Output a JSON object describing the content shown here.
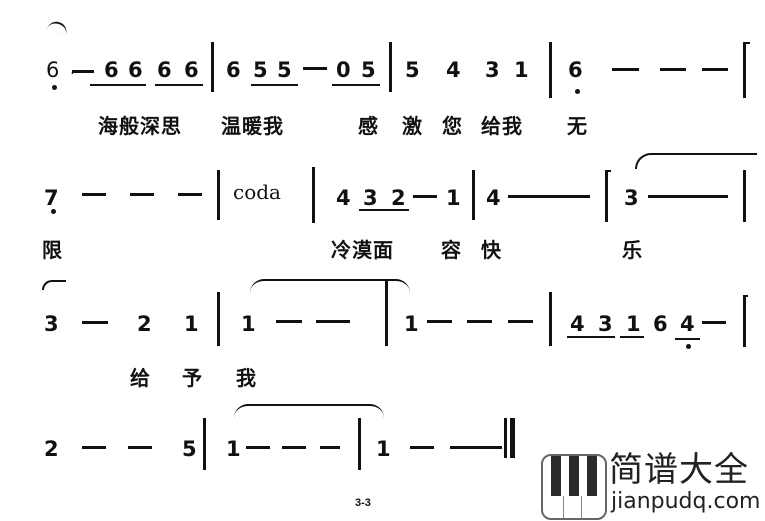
{
  "score": {
    "row1": {
      "notes": {
        "m1": [
          "6",
          "6",
          "6",
          "6",
          "6"
        ],
        "m2": [
          "6",
          "5",
          "5",
          "0",
          "5"
        ],
        "m3": [
          "5",
          "4",
          "3",
          "1"
        ],
        "m4": [
          "6"
        ]
      },
      "lyrics": {
        "a": "海般深思",
        "b": "温暖我",
        "c": "感",
        "d": "激",
        "e": "您",
        "f": "给我",
        "g": "无"
      }
    },
    "row2": {
      "notes": {
        "m1": [
          "7"
        ],
        "m3": [
          "4",
          "3",
          "2",
          "1"
        ],
        "m4": [
          "4"
        ],
        "m5": [
          "3"
        ]
      },
      "coda_label": "coda",
      "lyrics": {
        "a": "限",
        "b": "冷漠面",
        "c": "容",
        "d": "快",
        "e": "乐"
      }
    },
    "row3": {
      "notes": {
        "m1": [
          "3",
          "2",
          "1"
        ],
        "m2": [
          "1"
        ],
        "m3": [
          "1"
        ],
        "m4": [
          "4",
          "3",
          "1",
          "6",
          "4"
        ]
      },
      "lyrics": {
        "a": "给",
        "b": "予",
        "c": "我"
      }
    },
    "row4": {
      "notes": {
        "m1": [
          "2",
          "5"
        ],
        "m2": [
          "1"
        ],
        "m3": [
          "1"
        ]
      }
    }
  },
  "footer": {
    "page_number": "3-3"
  },
  "watermark": {
    "title": "简谱大全",
    "url": "jianpudq.com",
    "icon": "piano-keys-icon"
  }
}
